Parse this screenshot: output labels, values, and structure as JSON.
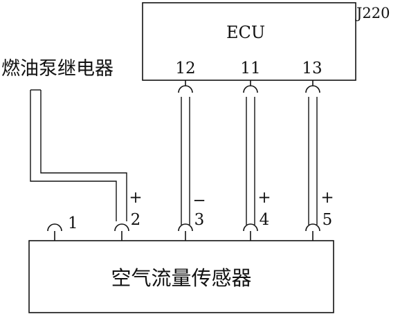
{
  "ecu": {
    "label": "ECU",
    "code": "J220",
    "pins": [
      "12",
      "11",
      "13"
    ]
  },
  "relay": {
    "label": "燃油泵继电器"
  },
  "sensor": {
    "label": "空气流量传感器",
    "pins": [
      {
        "num": "1",
        "sign": ""
      },
      {
        "num": "2",
        "sign": "+"
      },
      {
        "num": "3",
        "sign": "−"
      },
      {
        "num": "4",
        "sign": "+"
      },
      {
        "num": "5",
        "sign": "+"
      }
    ]
  }
}
